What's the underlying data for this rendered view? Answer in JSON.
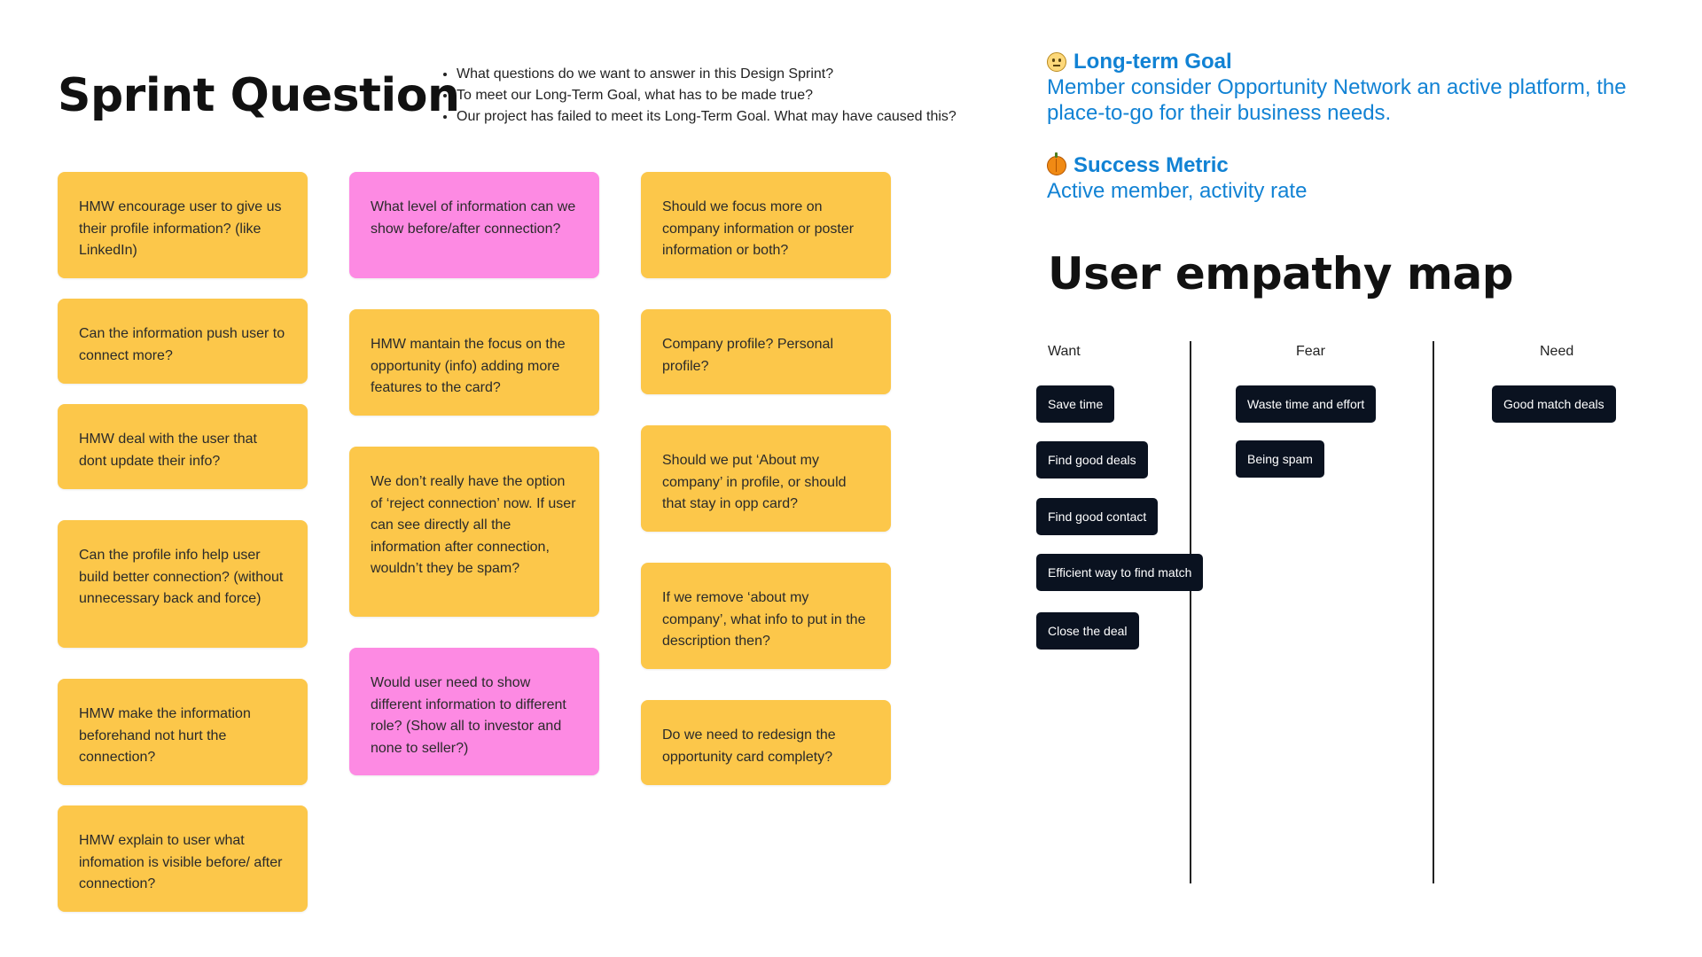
{
  "sprint": {
    "title": "Sprint Question",
    "bullets": [
      "What questions do we want to answer in this Design Sprint?",
      "To meet our Long-Term Goal, what has to be made true?",
      "Our project has failed to meet its Long-Term Goal. What may have caused this?"
    ]
  },
  "notes": {
    "col1": [
      "HMW encourage user to give us their profile information? (like LinkedIn)",
      "Can the information push user to connect more?",
      "HMW deal with the user that dont update their info?",
      "Can the profile info help user build better connection? (without unnecessary back and force)",
      "HMW make the information beforehand not hurt the connection?",
      "HMW explain to user what infomation is visible before/ after connection?"
    ],
    "col2": [
      "What level of information can we show before/after connection?",
      "HMW mantain the focus on the opportunity (info) adding more features to the card?",
      "We don’t really have the option of ‘reject connection’ now. If user can see directly all the information after connection, wouldn’t they be spam?",
      "Would user need to show different information to different role? (Show all to investor and none to seller?)"
    ],
    "col3": [
      "Should we focus more on company information or poster information or both?",
      "Company profile? Personal profile?",
      "Should we put ‘About my company’ in profile, or should that stay in opp card?",
      "If we remove ‘about my company’, what info to put in the description then?",
      "Do we need to redesign the opportunity card complety?"
    ]
  },
  "colors": {
    "note_yellow": "#fcc74a",
    "note_pink": "#fd8ae3",
    "goal_blue": "#1182d4",
    "chip_dark": "#0a1220"
  },
  "goal": {
    "icon": "neutral-face-icon",
    "title": "Long-term Goal",
    "text": "Member consider Opportunity Network an active platform, the place-to-go for their business needs."
  },
  "metric": {
    "icon": "pumpkin-icon",
    "title": "Success Metric",
    "text": "Active member, activity rate"
  },
  "empathy": {
    "title": "User empathy map",
    "columns": {
      "want": {
        "label": "Want",
        "items": [
          "Save time",
          "Find good deals",
          "Find good contact",
          "Efficient way to find match",
          "Close the deal"
        ]
      },
      "fear": {
        "label": "Fear",
        "items": [
          "Waste time and effort",
          "Being spam"
        ]
      },
      "need": {
        "label": "Need",
        "items": [
          "Good match deals"
        ]
      }
    }
  }
}
